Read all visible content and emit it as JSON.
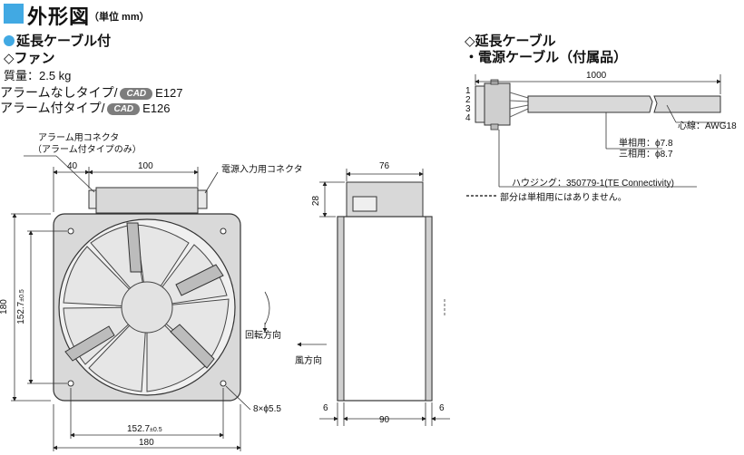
{
  "header": {
    "title": "外形図",
    "unit": "（単位 mm）"
  },
  "left": {
    "section": "延長ケーブル付",
    "fan_heading": "◇ファン",
    "mass": "質量：2.5 kg",
    "no_alarm_label": "アラームなしタイプ/",
    "no_alarm_cad": "CAD",
    "no_alarm_code": "E127",
    "alarm_label": "アラーム付タイプ/",
    "alarm_cad": "CAD",
    "alarm_code": "E126"
  },
  "right": {
    "heading1": "◇延長ケーブル",
    "heading2": "・電源ケーブル（付属品）",
    "length": "1000",
    "pins": [
      "1",
      "2",
      "3",
      "4"
    ],
    "core": "心線：AWG18",
    "single_phase": "単相用：ϕ7.8",
    "three_phase": "三相用：ϕ8.7",
    "housing": "ハウジング：350779-1(TE Connectivity)",
    "note": "部分は単相用にはありません。"
  },
  "drawing": {
    "alarm_connector_1": "アラーム用コネクタ",
    "alarm_connector_2": "（アラーム付タイプのみ）",
    "power_connector": "電源入力用コネクタ",
    "dim_40": "40",
    "dim_100": "100",
    "dim_180_v": "180",
    "dim_152_v": "152.7",
    "dim_tol_v": "±0.5",
    "dim_152_h": "152.7",
    "dim_tol_h": "±0.5",
    "dim_180_h": "180",
    "holes": "8×ϕ5.5",
    "rotation": "回転方向",
    "wind": "風方向",
    "dim_76": "76",
    "dim_28": "28",
    "dim_6_left": "6",
    "dim_90": "90",
    "dim_6_right": "6"
  }
}
